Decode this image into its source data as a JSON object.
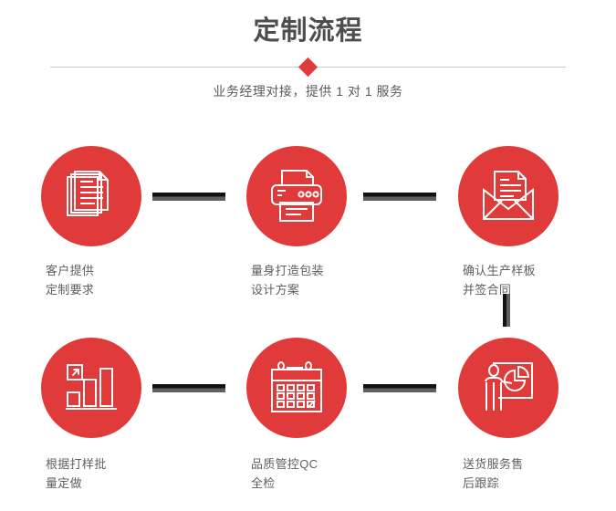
{
  "header": {
    "title": "定制流程",
    "subtitle": "业务经理对接，提供 1 对 1 服务",
    "accent_color": "#e03a3a",
    "title_color": "#4d4d4d",
    "divider_color": "#c9c9c9"
  },
  "flow": {
    "circle_color": "#e03a3a",
    "label_color": "#5f5f5f",
    "connector_dark": "#111111",
    "connector_light": "#5e5e5e",
    "steps": [
      {
        "id": 1,
        "icon": "documents-icon",
        "label": "客户提供\n定制要求"
      },
      {
        "id": 2,
        "icon": "printer-icon",
        "label": "量身打造包装\n设计方案"
      },
      {
        "id": 3,
        "icon": "envelope-letter-icon",
        "label": "确认生产样板\n并签合同"
      },
      {
        "id": 4,
        "icon": "bar-chart-growth-icon",
        "label": "根据打样批\n量定做"
      },
      {
        "id": 5,
        "icon": "calendar-check-icon",
        "label": "品质管控QC\n全检"
      },
      {
        "id": 6,
        "icon": "presenter-pie-chart-icon",
        "label": "送货服务售\n后跟踪"
      }
    ]
  }
}
